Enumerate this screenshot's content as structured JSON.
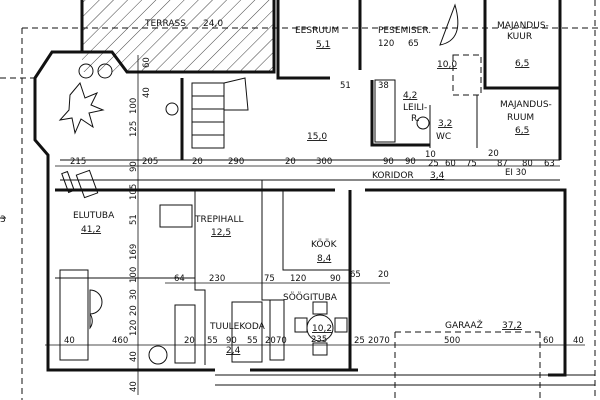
{
  "rooms": {
    "terrace": {
      "name": "TERRASS",
      "area": "24,0"
    },
    "entry": {
      "name": "EESRUUM",
      "area": "5,1"
    },
    "washroom": {
      "name": "PESEMISER.",
      "area": "10,0"
    },
    "utility_shed": {
      "name_1": "MAJANDUS-",
      "name_2": "KUUR",
      "area": "6,5"
    },
    "utility_room": {
      "name_1": "MAJANDUS-",
      "name_2": "RUUM",
      "area": "6,5"
    },
    "sauna": {
      "area": "4,2",
      "name_1": "LEILI-",
      "name_2": "R."
    },
    "wc": {
      "name": "WC",
      "area": "3,2"
    },
    "hall": {
      "area": "15,0"
    },
    "corridor": {
      "name": "KORIDOR",
      "area": "3,4"
    },
    "living": {
      "name": "ELUTUBA",
      "area": "41,2"
    },
    "stair_hall": {
      "name": "TREPIHALL",
      "area": "12,5"
    },
    "kitchen": {
      "name": "KÖÖK",
      "area": "8,4"
    },
    "dining": {
      "name": "SÖÖGITUBA",
      "area": "10,2",
      "sub": "235"
    },
    "vestibule": {
      "name": "TUULEKODA",
      "area": "2,4"
    },
    "garage": {
      "name": "GARAAŽ",
      "area": "37,2"
    }
  },
  "fire_class": "EI 30",
  "edge_mark": "3",
  "dims_top": [
    "120",
    "65",
    "51",
    "38",
    "60",
    "40"
  ],
  "dims_row1": [
    "215",
    "205",
    "20",
    "290",
    "20",
    "300",
    "90",
    "90",
    "10",
    "25",
    "60",
    "75",
    "20",
    "87",
    "80",
    "63"
  ],
  "dims_row2": [
    "64",
    "230",
    "75",
    "120",
    "90",
    "65",
    "20"
  ],
  "dims_row3": [
    "40",
    "460",
    "20",
    "55",
    "90",
    "55",
    "20",
    "70",
    "25",
    "20",
    "70",
    "500",
    "60",
    "40"
  ],
  "dims_vertical": [
    "100",
    "125",
    "90",
    "105",
    "51",
    "169",
    "100",
    "30",
    "20",
    "120",
    "40",
    "40"
  ]
}
